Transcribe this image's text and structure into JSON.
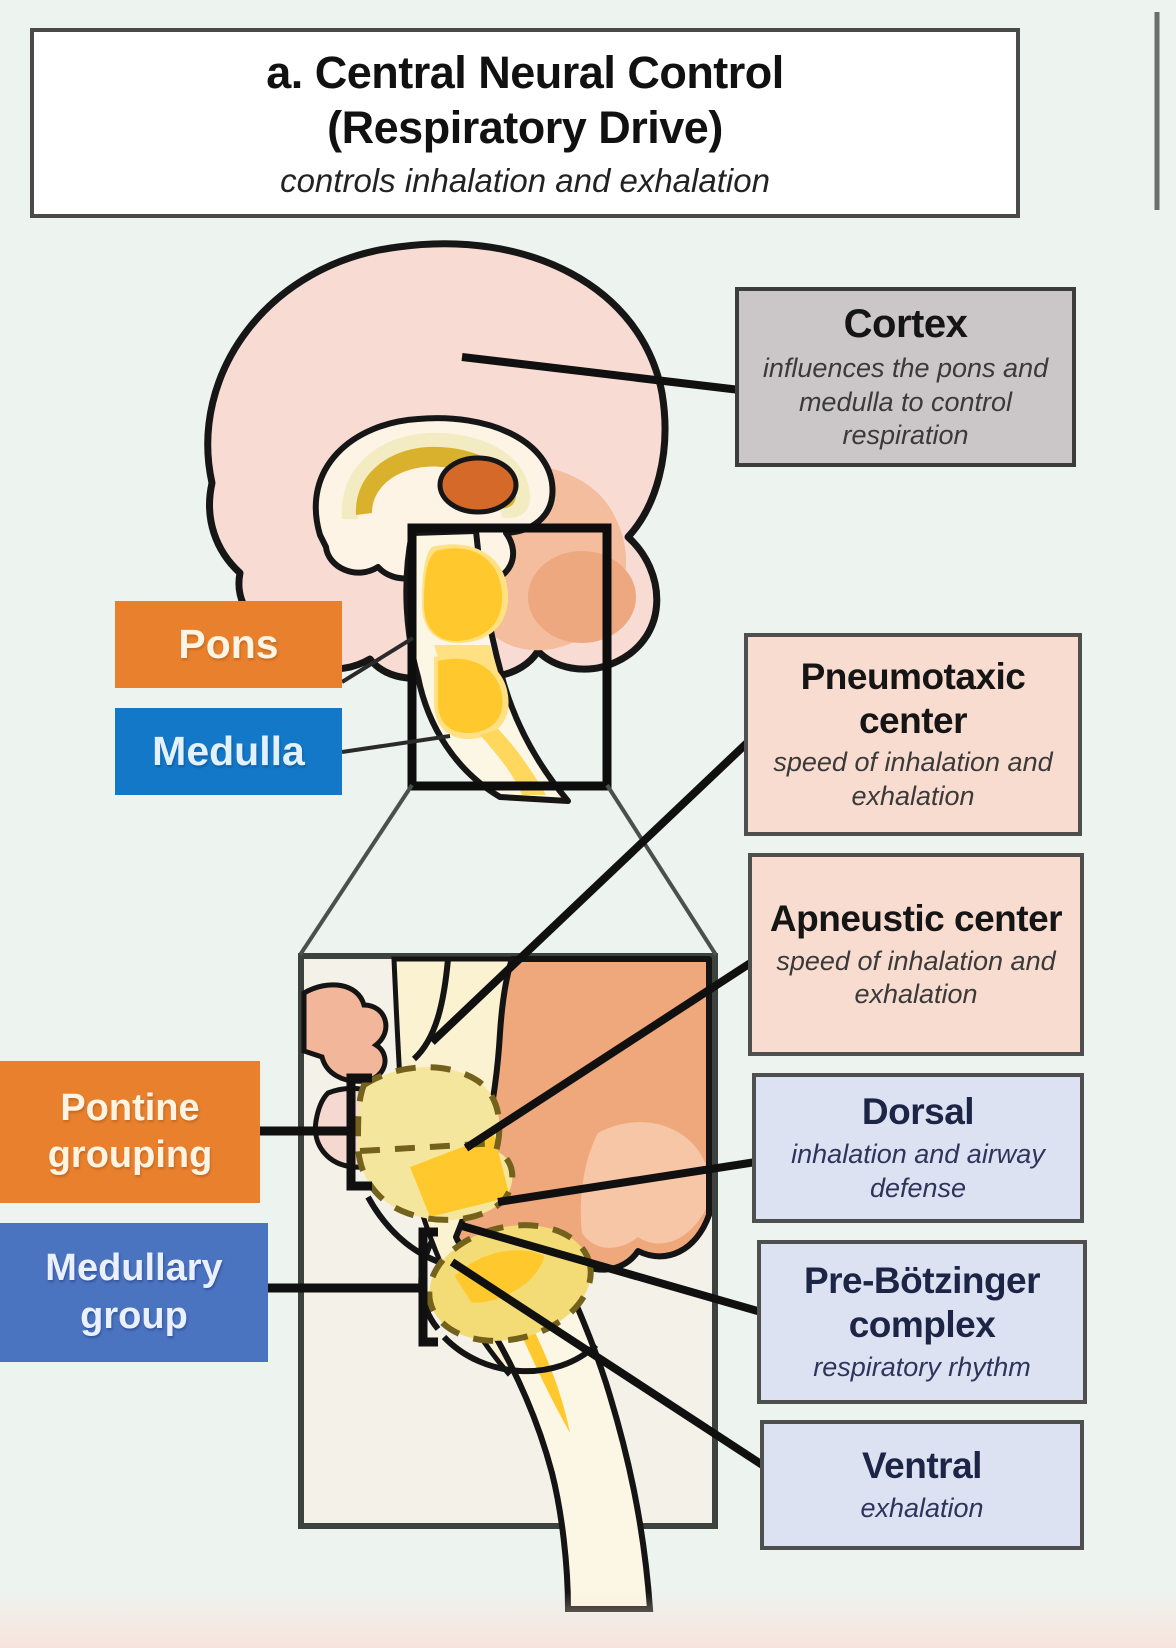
{
  "title_panel": {
    "line1": "a. Central Neural Control",
    "line2": "(Respiratory Drive)",
    "subtitle": "controls inhalation and exhalation"
  },
  "region_labels": {
    "pons": {
      "label": "Pons",
      "color": "#e8802d"
    },
    "medulla": {
      "label": "Medulla",
      "color": "#1478c8"
    },
    "pontine_grouping": {
      "label": "Pontine grouping",
      "color": "#e8802d"
    },
    "medullary_group": {
      "label": "Medullary group",
      "color": "#4a73c0"
    }
  },
  "callouts": {
    "cortex": {
      "title": "Cortex",
      "description": "influences the pons and medulla to control respiration",
      "color": "#cbc7c8"
    },
    "pneumotaxic": {
      "title": "Pneumotaxic center",
      "description": "speed of inhalation and exhalation",
      "color": "#f9dcd0"
    },
    "apneustic": {
      "title": "Apneustic center",
      "description": "speed of inhalation and exhalation",
      "color": "#f9dcd0"
    },
    "dorsal": {
      "title": "Dorsal",
      "description": "inhalation and airway defense",
      "color": "#dce2f1"
    },
    "pre_botzinger": {
      "title": "Pre-Bötzinger complex",
      "description": "respiratory rhythm",
      "color": "#dce2f1"
    },
    "ventral": {
      "title": "Ventral",
      "description": "exhalation",
      "color": "#dce2f1"
    }
  }
}
